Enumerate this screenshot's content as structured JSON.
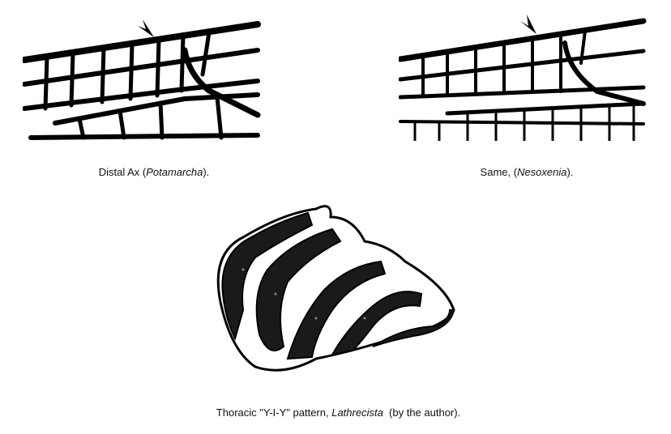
{
  "figures": [
    {
      "caption_prefix": "Distal Ax (",
      "caption_italic": "Potamarcha",
      "caption_suffix": ")."
    },
    {
      "caption_prefix": "Same, (",
      "caption_italic": "Nesoxenia",
      "caption_suffix": ")."
    },
    {
      "caption_prefix": "Thoracic \"Y-I-Y\" pattern, ",
      "caption_italic": "Lathrecista",
      "caption_suffix": "  (by the author)."
    }
  ]
}
